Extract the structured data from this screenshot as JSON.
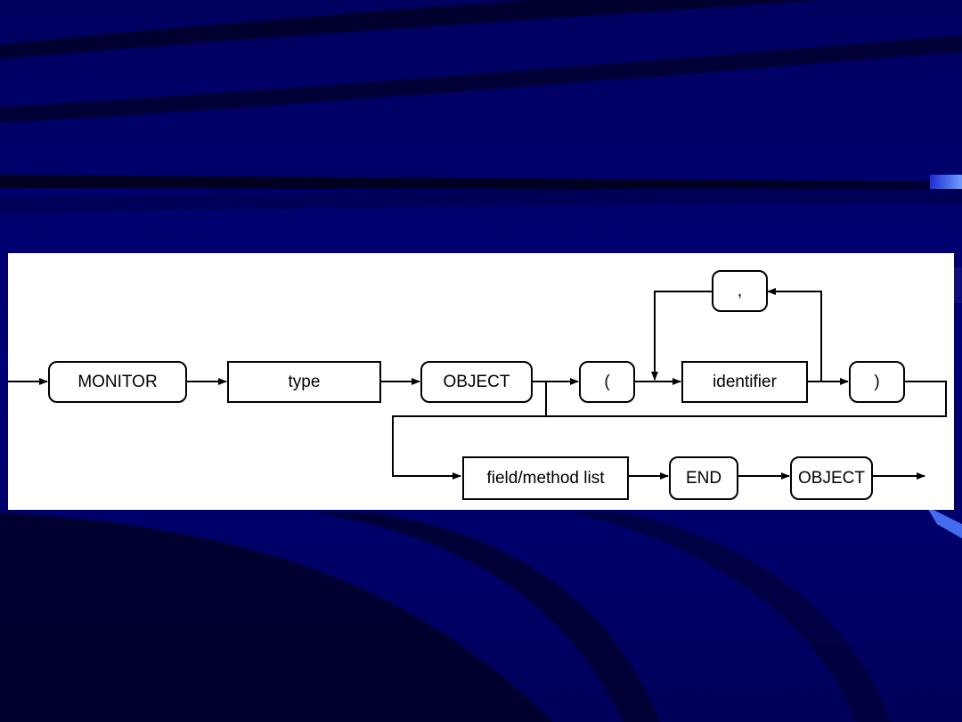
{
  "slide": {
    "background_color": "#00006b",
    "accent_color": "#4a78ff"
  },
  "diagram": {
    "type": "syntax-diagram",
    "nodes": {
      "monitor": "MONITOR",
      "type": "type",
      "object": "OBJECT",
      "open_paren": "(",
      "identifier": "identifier",
      "close_paren": ")",
      "comma": ",",
      "field_method_list": "field/method list",
      "end": "END",
      "object_end": "OBJECT"
    },
    "edges": [
      {
        "from": "start",
        "to": "monitor"
      },
      {
        "from": "monitor",
        "to": "type"
      },
      {
        "from": "type",
        "to": "object"
      },
      {
        "from": "object",
        "to": "open_paren"
      },
      {
        "from": "object",
        "to": "field_method_list",
        "via": "bypass"
      },
      {
        "from": "open_paren",
        "to": "identifier"
      },
      {
        "from": "identifier",
        "to": "comma"
      },
      {
        "from": "comma",
        "to": "identifier"
      },
      {
        "from": "identifier",
        "to": "close_paren"
      },
      {
        "from": "close_paren",
        "to": "field_method_list"
      },
      {
        "from": "field_method_list",
        "to": "end"
      },
      {
        "from": "end",
        "to": "object_end"
      },
      {
        "from": "object_end",
        "to": "exit"
      }
    ]
  }
}
